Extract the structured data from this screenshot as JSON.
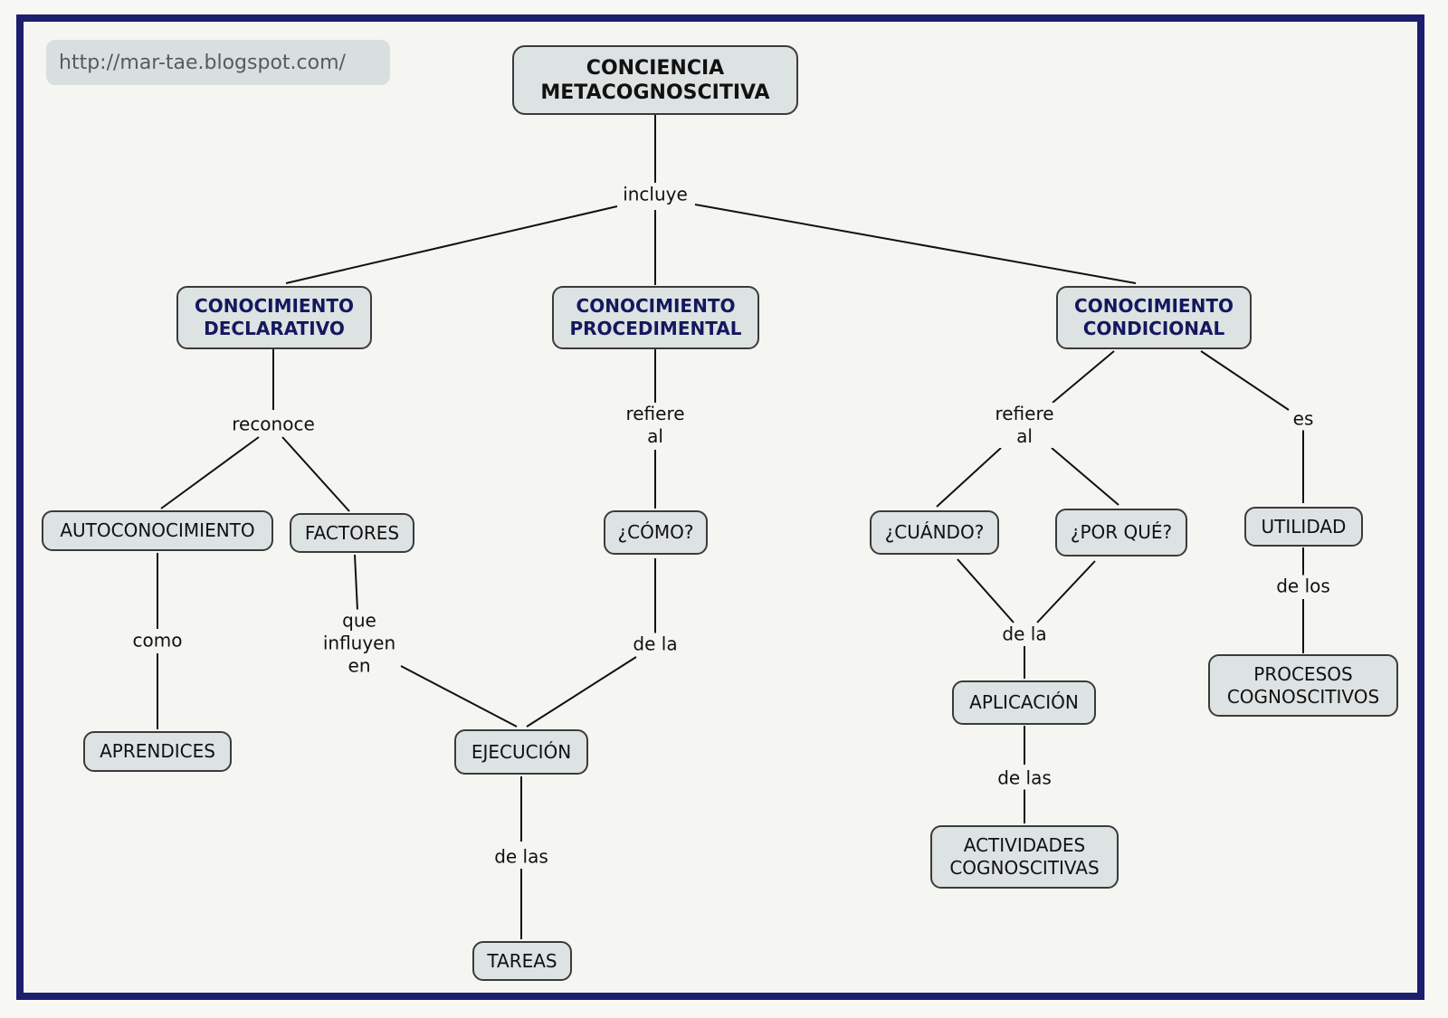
{
  "source_url": "http://mar-tae.blogspot.com/",
  "concepts": {
    "root": "CONCIENCIA\nMETACOGNOSCITIVA",
    "declarativo": "CONOCIMIENTO\nDECLARATIVO",
    "procedimental": "CONOCIMIENTO\nPROCEDIMENTAL",
    "condicional": "CONOCIMIENTO\nCONDICIONAL",
    "autoconocimiento": "AUTOCONOCIMIENTO",
    "factores": "FACTORES",
    "como_q": "¿CÓMO?",
    "cuando_q": "¿CUÁNDO?",
    "porque_q": "¿POR QUÉ?",
    "utilidad": "UTILIDAD",
    "aprendices": "APRENDICES",
    "ejecucion": "EJECUCIÓN",
    "tareas": "TAREAS",
    "aplicacion": "APLICACIÓN",
    "actividades": "ACTIVIDADES\nCOGNOSCITIVAS",
    "procesos": "PROCESOS\nCOGNOSCITIVOS"
  },
  "links": {
    "incluye": "incluye",
    "reconoce": "reconoce",
    "refiere_al_proc": "refiere\nal",
    "refiere_al_cond": "refiere\nal",
    "es": "es",
    "como": "como",
    "que_influyen_en": "que\ninfluyen\nen",
    "de_la_proc": "de la",
    "de_la_cond": "de la",
    "de_los": "de los",
    "de_las_ejec": "de las",
    "de_las_apl": "de las"
  },
  "colors": {
    "frame": "#1c1e6e",
    "node_fill": "#dde2e2",
    "main_text": "#13185e"
  }
}
